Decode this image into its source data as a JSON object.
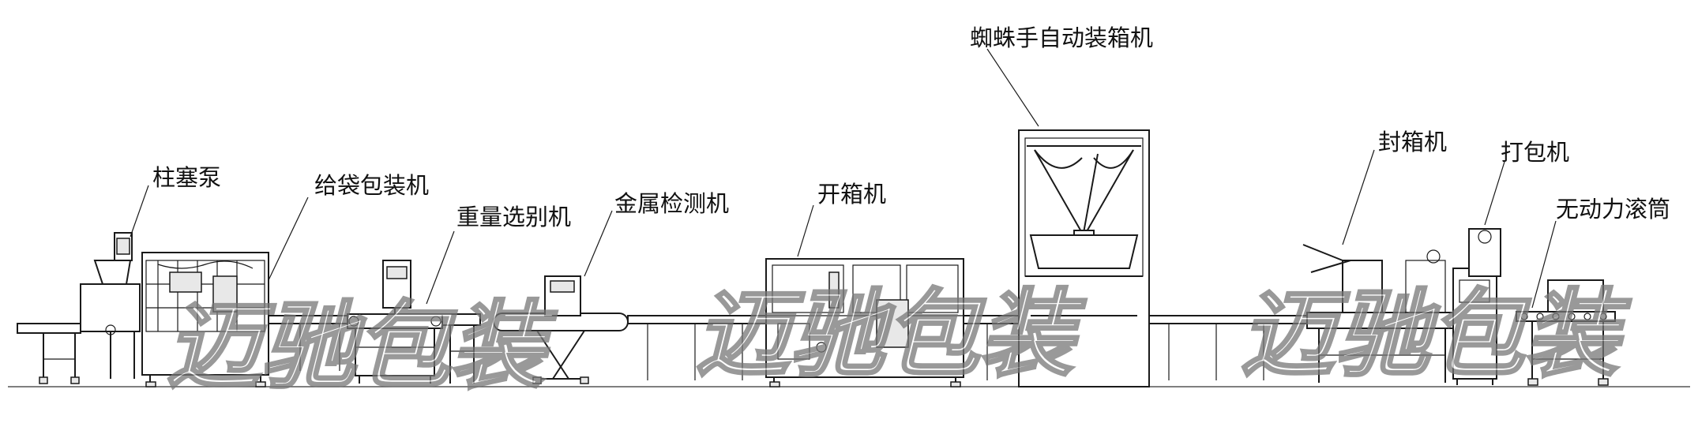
{
  "colors": {
    "line": "#1a1a1a",
    "background": "#ffffff"
  },
  "labels": {
    "plunger_pump": "柱塞泵",
    "bag_packer": "给袋包装机",
    "weight_checker": "重量选别机",
    "metal_detector": "金属检测机",
    "case_erector": "开箱机",
    "spider_case_packer": "蜘蛛手自动装箱机",
    "case_sealer": "封箱机",
    "strapping_machine": "打包机",
    "roller_conveyor": "无动力滚筒"
  },
  "watermark": {
    "text": "迈驰包装"
  }
}
